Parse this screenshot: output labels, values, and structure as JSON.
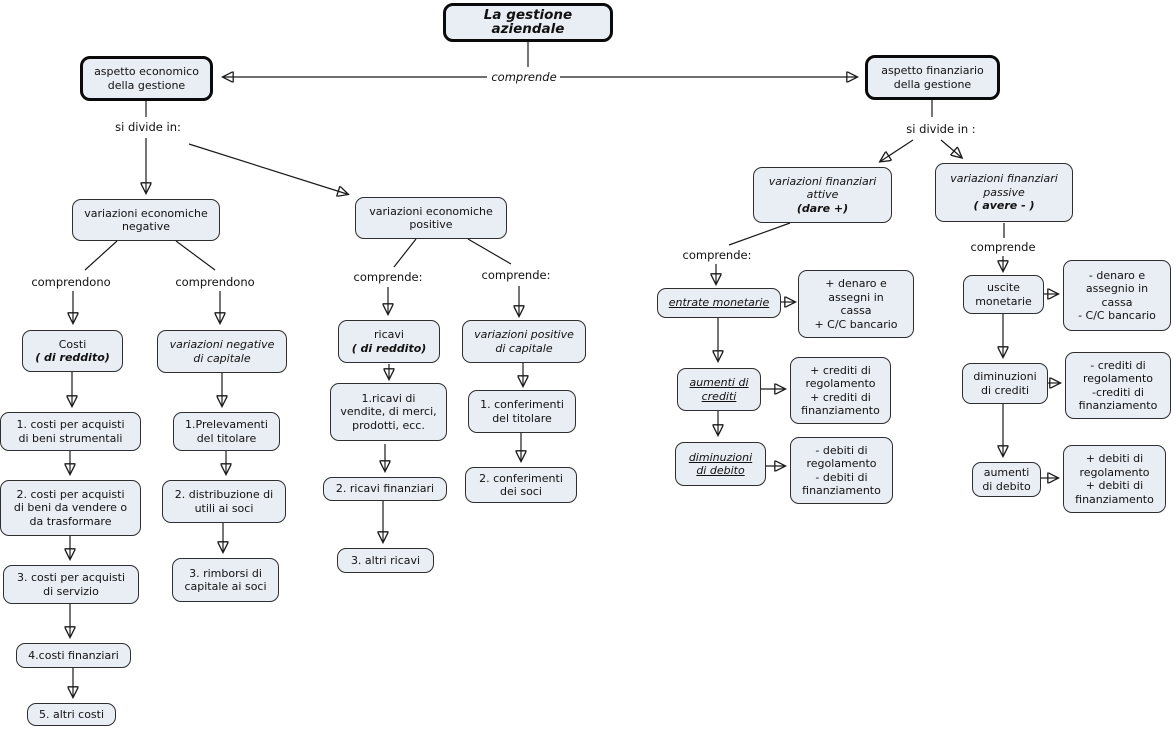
{
  "diagram": {
    "title": "La gestione aziendale",
    "labels": {
      "comprende_top": "comprende",
      "si_divide_left": "si divide in:",
      "si_divide_right": "si divide in :",
      "comprendono_1": "comprendono",
      "comprendono_2": "comprendono",
      "comprende_ricavi": "comprende:",
      "comprende_cap_pos": "comprende:",
      "comprende_attive": "comprende:",
      "comprende_passive": "comprende"
    },
    "nodes": {
      "aspetto_economico": "aspetto economico\ndella gestione",
      "aspetto_finanziario": "aspetto finanziario\ndella gestione",
      "var_econ_negative": "variazioni economiche\nnegative",
      "var_econ_positive": "variazioni economiche\npositive",
      "costi": {
        "line1": "Costi",
        "line2": "( di reddito)"
      },
      "var_neg_capitale": "variazioni negative\ndi capitale",
      "costi1": "1. costi per acquisti\ndi beni strumentali",
      "costi2": "2. costi per acquisti\ndi beni da vendere o\nda trasformare",
      "costi3": "3. costi per acquisti\ndi servizio",
      "costi4": "4.costi finanziari",
      "costi5": "5. altri costi",
      "prelevamenti1": "1.Prelevamenti\ndel titolare",
      "distribuzione2": "2. distribuzione di\nutili ai soci",
      "rimborsi3": "3. rimborsi di\ncapitale ai soci",
      "ricavi": {
        "line1": "ricavi",
        "line2": "( di reddito)"
      },
      "ricavi1": "1.ricavi di\nvendite, di merci,\nprodotti, ecc.",
      "ricavi2": "2. ricavi finanziari",
      "ricavi3": "3. altri ricavi",
      "var_pos_capitale": "variazioni positive\ndi capitale",
      "conferimenti1": "1. conferimenti\ndel titolare",
      "conferimenti2": "2. conferimenti\ndei soci",
      "var_fin_attive": {
        "line1": "variazioni finanziari\nattive",
        "line2": "(dare +)"
      },
      "var_fin_passive": {
        "line1": "variazioni finanziari\npassive",
        "line2": "( avere - )"
      },
      "entrate_monetarie": "entrate monetarie",
      "denaro_piu": "+ denaro e\nassegni in\ncassa\n+ C/C bancario",
      "aumenti_crediti": "aumenti di\ncrediti",
      "crediti_piu": "+ crediti di\nregolamento\n+ crediti di\nfinanziamento",
      "diminuzioni_debito": "diminuzioni\ndi debito",
      "debiti_meno": "- debiti di\nregolamento\n- debiti di\nfinanziamento",
      "uscite_monetarie": "uscite\nmonetarie",
      "denaro_meno": "- denaro e\nassegnio in\ncassa\n- C/C bancario",
      "diminuzioni_crediti": "diminuzioni\ndi crediti",
      "crediti_meno": "- crediti di\nregolamento\n-crediti di\nfinanziamento",
      "aumenti_debito": "aumenti\ndi debito",
      "debiti_piu": "+ debiti di\nregolamento\n+ debiti di\nfinanziamento"
    },
    "colors": {
      "node_fill": "#e9eef4",
      "node_border": "#2e2e2e",
      "line": "#1a1a1a",
      "background": "#ffffff"
    }
  }
}
